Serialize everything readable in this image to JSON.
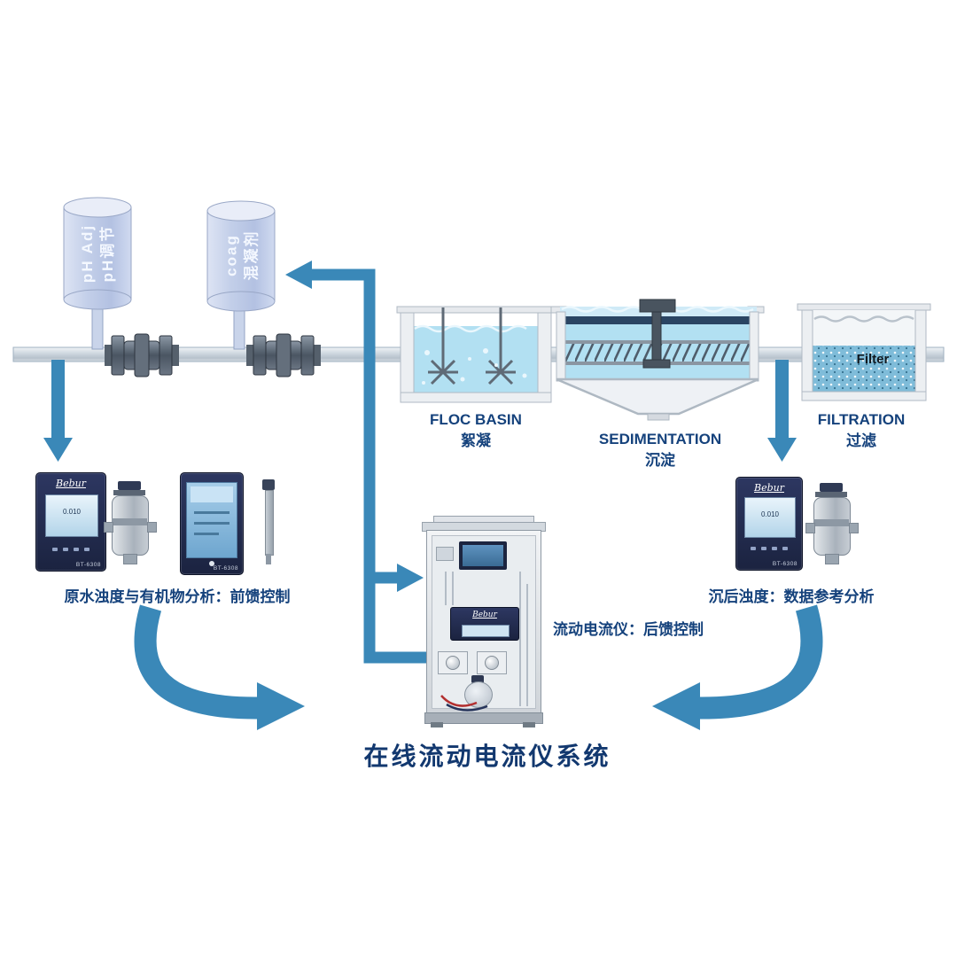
{
  "title": "在线流动电流仪系统",
  "tanks": {
    "ph": {
      "line1": "pH Adj",
      "line2": "pH调节"
    },
    "coag": {
      "line1": "coag",
      "line2": "混凝剂"
    }
  },
  "stages": {
    "floc": {
      "en": "FLOC BASIN",
      "zh": "絮凝"
    },
    "sedimentation": {
      "en": "SEDIMENTATION",
      "zh": "沉淀"
    },
    "filtration": {
      "en": "FILTRATION",
      "zh": "过滤",
      "media": "Filter"
    }
  },
  "instruments": {
    "brand": "Bebur",
    "model": "BT-6308",
    "screen_value": "0.010",
    "left_caption": "原水浊度与有机物分析：前馈控制",
    "right_caption": "沉后浊度：数据参考分析",
    "center_caption": "流动电流仪：后馈控制"
  },
  "colors": {
    "arrow_blue": "#3a88b8",
    "label_navy": "#15427c",
    "water_blue": "#b2e0f2",
    "tank_lavender": "#c3cfe9",
    "panel_navy": "#232c4e"
  }
}
